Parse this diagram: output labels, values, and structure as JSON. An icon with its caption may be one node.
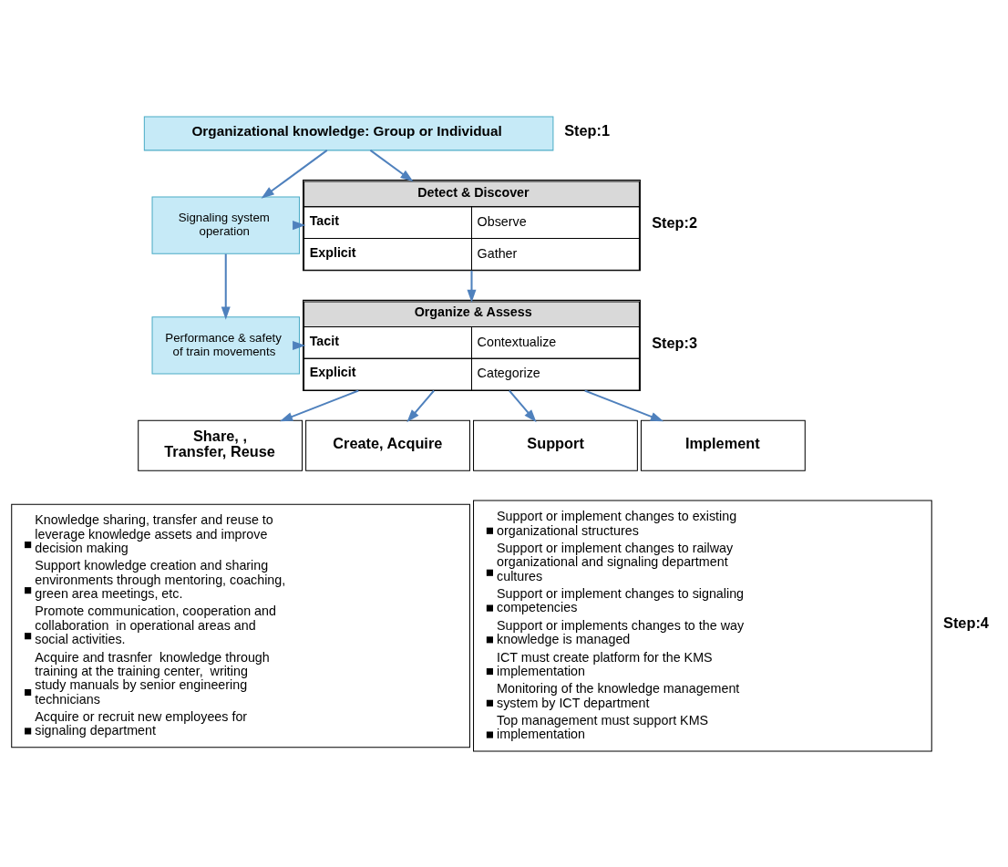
{
  "diagram": {
    "nodes": [
      {
        "text": [
          "Organizational knowledge: Group or Individual"
        ],
        "beside": [
          "Step:1"
        ]
      },
      {
        "text": [
          "Signaling system operation"
        ]
      },
      {
        "text": [
          "Performance & safety of train movements"
        ]
      },
      {
        "text": [
          "Detect & Discover",
          "Tacit",
          "Observe",
          "Explicit",
          "Gather"
        ],
        "beside": [
          "Step:2"
        ]
      },
      {
        "text": [
          "Organize & Assess",
          "Tacit",
          "Contextualize",
          "Explicit",
          "Categorize"
        ],
        "beside": [
          "Step:3"
        ]
      },
      {
        "text": [
          "Share, , Transfer, Reuse"
        ]
      },
      {
        "text": [
          "Create, Acquire"
        ]
      },
      {
        "text": [
          "Support"
        ]
      },
      {
        "text": [
          "Implement"
        ]
      },
      {
        "text": [
          "Knowledge sharing, transfer and reuse to leverage knowledge assets and improve decision making",
          "Support knowledge creation and sharing environments through mentoring, coaching, green area meetings, etc.",
          "Promote communication, cooperation and collaboration  in operational areas and social activities.",
          "Acquire and trasnfer  knowledge through training at the training center,  writing study manuals by senior engineering technicians",
          "Acquire or recruit new employees for signaling department"
        ]
      },
      {
        "text": [
          "Support or implement changes to existing organizational structures",
          "Support or implement changes to railway organizational and signaling department cultures",
          "Support or implement changes to signaling competencies",
          "Support or implements changes to the way knowledge is managed",
          "ICT must create platform for the KMS implementation",
          "Monitoring of the knowledge management system by ICT department",
          "Top management must support KMS implementation"
        ],
        "beside": [
          "Step:4"
        ]
      }
    ],
    "edges": [
      {
        "from": 0,
        "to": 1,
        "arrow": "to"
      },
      {
        "from": 0,
        "to": 3,
        "arrow": "to"
      },
      {
        "from": 1,
        "to": 3,
        "arrow": "to"
      },
      {
        "from": 1,
        "to": 2,
        "arrow": "to"
      },
      {
        "from": 2,
        "to": 4,
        "arrow": "to"
      },
      {
        "from": 3,
        "to": 4,
        "arrow": "to"
      },
      {
        "from": 4,
        "to": 5,
        "arrow": "to"
      },
      {
        "from": 4,
        "to": 6,
        "arrow": "to"
      },
      {
        "from": 4,
        "to": 7,
        "arrow": "to"
      },
      {
        "from": 4,
        "to": 8,
        "arrow": "to"
      }
    ]
  }
}
